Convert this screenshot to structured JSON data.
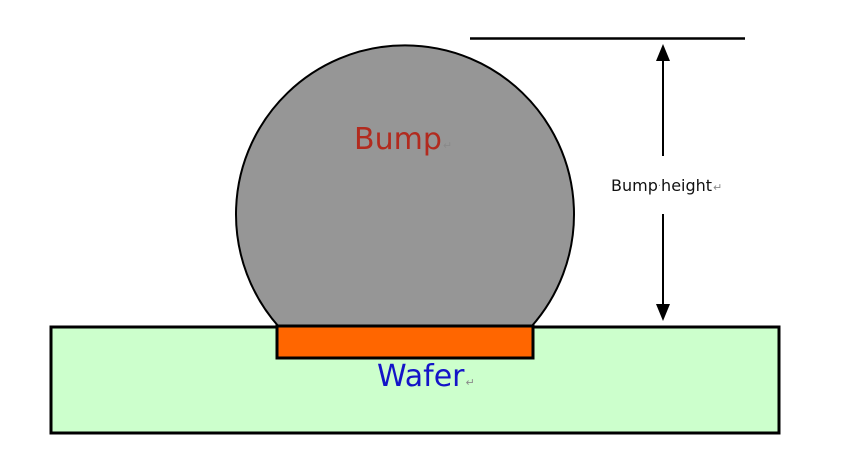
{
  "diagram": {
    "bump": {
      "label": "Bump",
      "fill": "#969696",
      "label_color": "#b22a1e"
    },
    "pad": {
      "fill": "#ff6600"
    },
    "wafer": {
      "label": "Wafer",
      "fill": "#ccffcc",
      "label_color": "#1414c8"
    },
    "dimension": {
      "label_part1": "Bump",
      "separator": "·",
      "label_part2": "height"
    },
    "paragraph_mark": "↵"
  }
}
